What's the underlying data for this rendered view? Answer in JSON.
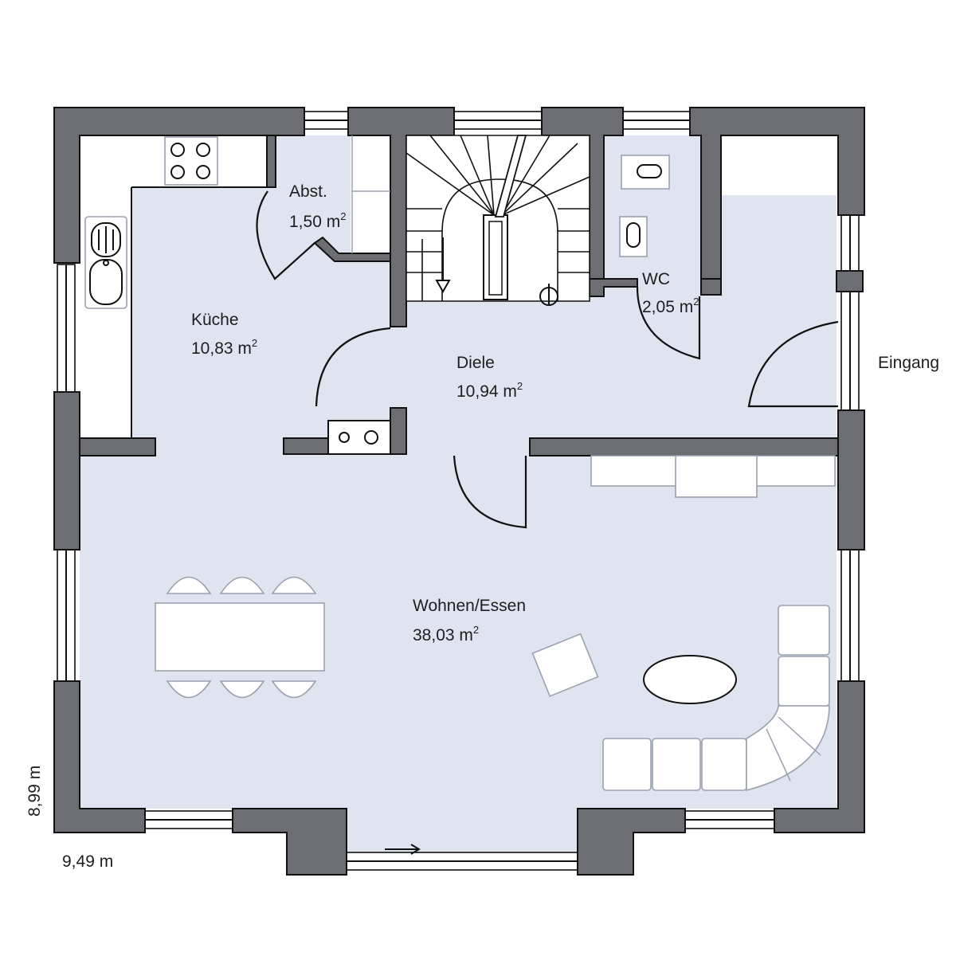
{
  "rooms": {
    "kitchen": {
      "name": "Küche",
      "area": "10,83 m",
      "unit_exp": "2"
    },
    "storage": {
      "name": "Abst.",
      "area": "1,50 m",
      "unit_exp": "2"
    },
    "hall": {
      "name": "Diele",
      "area": "10,94 m",
      "unit_exp": "2"
    },
    "wc": {
      "name": "WC",
      "area": "2,05 m",
      "unit_exp": "2"
    },
    "living": {
      "name": "Wohnen/Essen",
      "area": "38,03 m",
      "unit_exp": "2"
    }
  },
  "entrance_label": "Eingang",
  "dimensions": {
    "width": "9,49 m",
    "depth": "8,99 m"
  },
  "colors": {
    "wall": "#6d6e73",
    "floor": "#dfe4f0",
    "line": "#111111",
    "furniture": "#ffffff"
  }
}
